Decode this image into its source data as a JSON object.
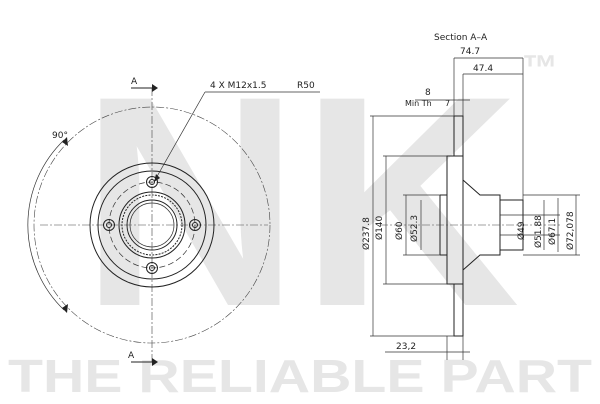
{
  "watermark": {
    "brand": "NK",
    "trademark": "™",
    "slogan": "THE RELIABLE PART"
  },
  "front_view": {
    "section_marker_top": "A",
    "section_marker_bottom": "A",
    "bolt_callout": "4 X M12x1.5",
    "radius_callout": "R50",
    "angle_label": "90°"
  },
  "section_view": {
    "title": "Section A–A",
    "dim_overall_width": "74.7",
    "dim_hub_width": "47.4",
    "dim_thickness": "8",
    "dim_min_thickness_label": "Min Th",
    "dim_min_thickness_value": "7",
    "dim_disc_diameter": "Ø237.8",
    "dim_hat_diameter": "Ø140",
    "dim_centre_bore": "Ø60",
    "dim_bore_inner": "Ø52.3",
    "dim_bearing_49": "Ø49",
    "dim_bearing_51": "Ø51.88",
    "dim_hub_67": "Ø67.1",
    "dim_hub_72": "Ø72,078",
    "dim_offset": "23,2"
  }
}
